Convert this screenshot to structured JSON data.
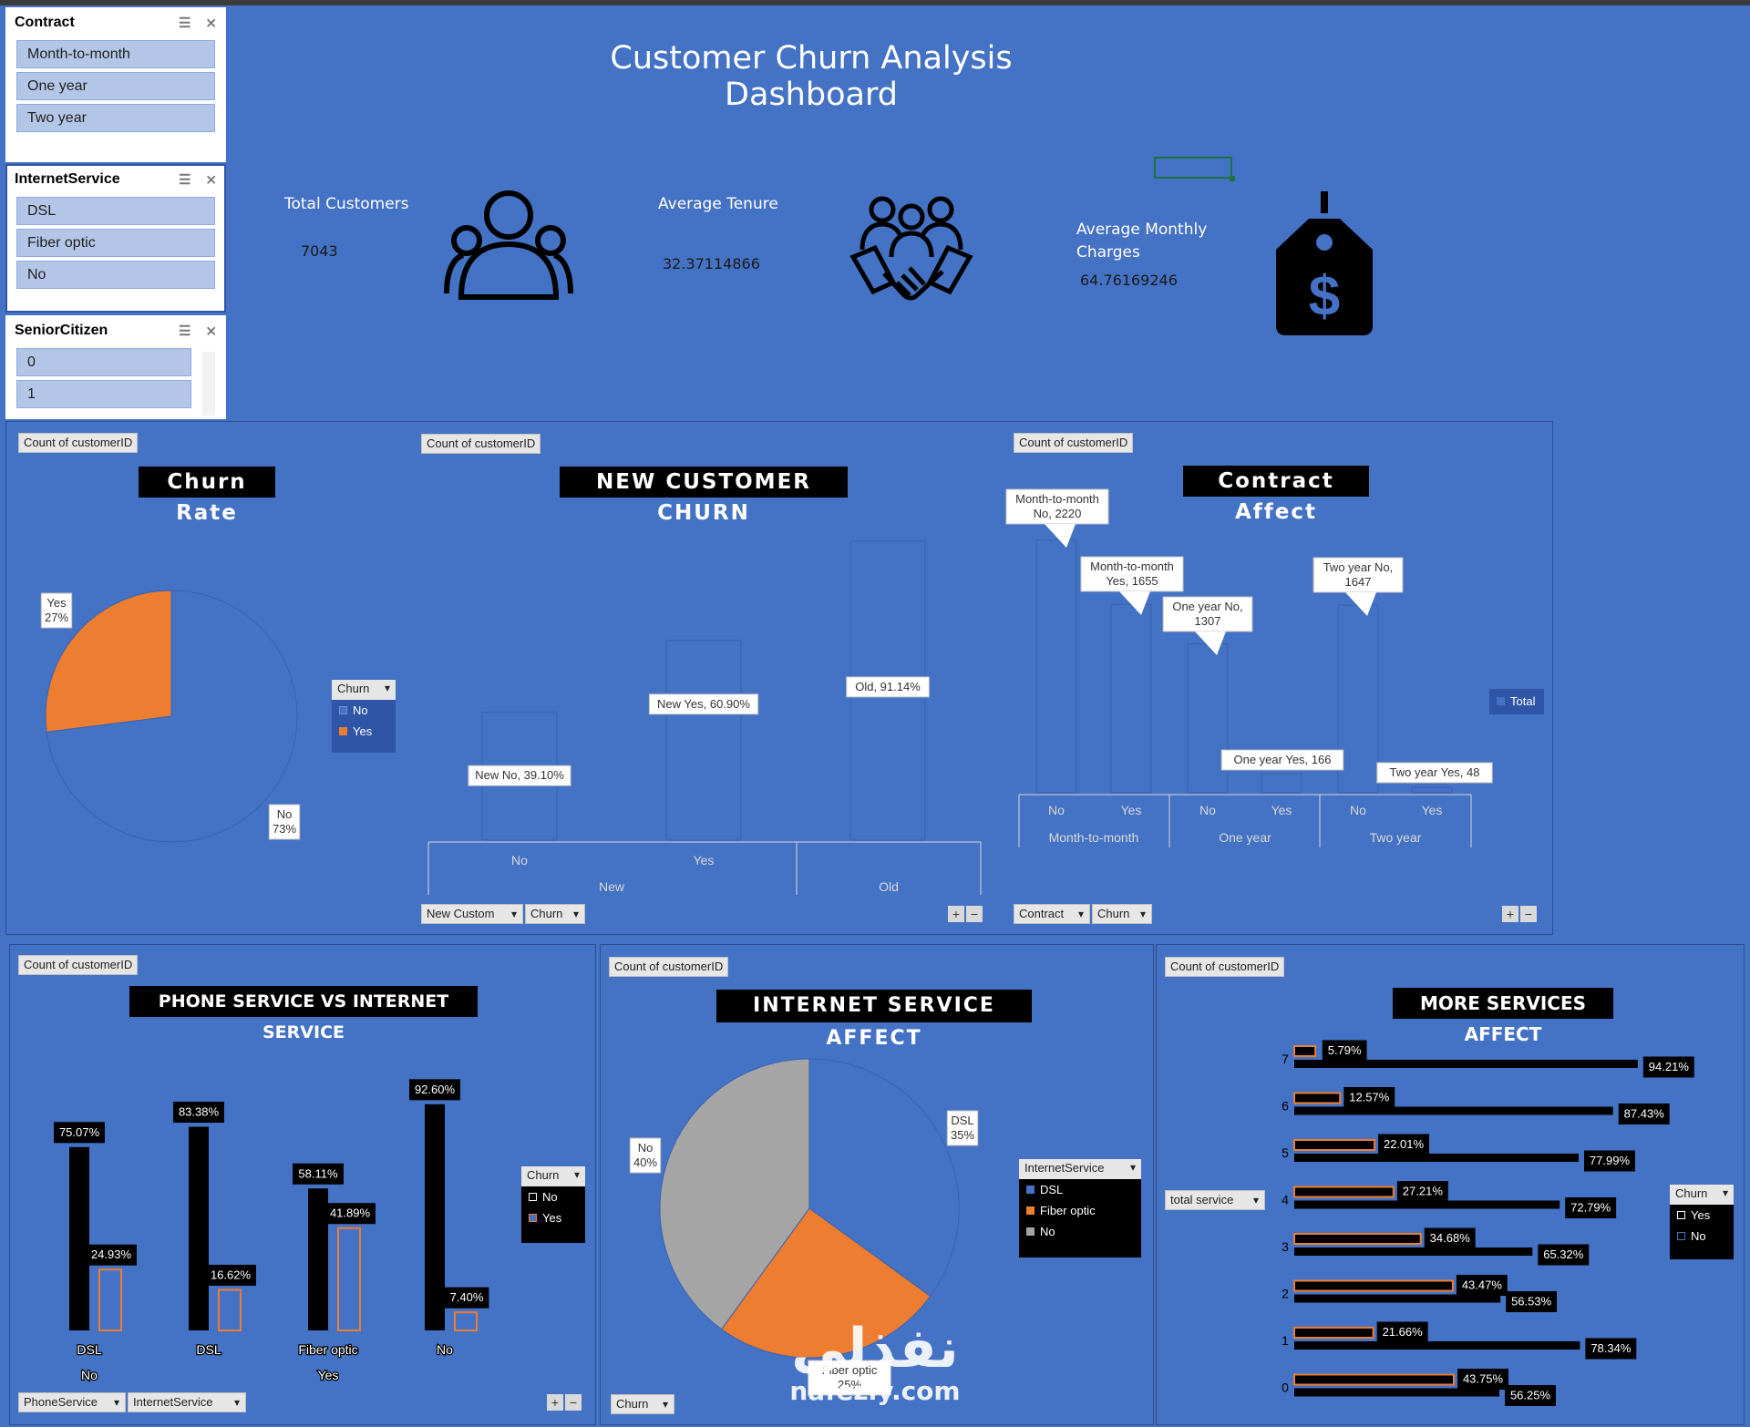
{
  "slicers": [
    {
      "title": "Contract",
      "items": [
        "Month-to-month",
        "One year",
        "Two year"
      ]
    },
    {
      "title": "InternetService",
      "items": [
        "DSL",
        "Fiber optic",
        "No"
      ]
    },
    {
      "title": "SeniorCitizen",
      "items": [
        "0",
        "1"
      ]
    }
  ],
  "dashboard": {
    "title": "Customer Churn Analysis Dashboard",
    "kpis": [
      {
        "label": "Total Customers",
        "value": "7043",
        "icon": "group-icon"
      },
      {
        "label": "Average Tenure",
        "value": "32.37114866",
        "icon": "handshake-icon"
      },
      {
        "label_line1": "Average Monthly",
        "label_line2": "Charges",
        "value": "64.76169246",
        "icon": "price-tag-dollar-icon"
      }
    ]
  },
  "field_buttons": {
    "count": "Count of customerID",
    "churn": "Churn",
    "new_custom": "New Custom",
    "contract": "Contract",
    "phone_service": "PhoneService",
    "internet_service": "InternetService",
    "total_service": "total service",
    "plus": "+",
    "minus": "−"
  },
  "legends": {
    "churn_rate": {
      "title": "Churn",
      "items": [
        "No",
        "Yes"
      ]
    },
    "contract_total": "Total",
    "phone": {
      "title": "Churn",
      "items": [
        "No",
        "Yes"
      ]
    },
    "internet": {
      "title": "InternetService",
      "items": [
        "DSL",
        "Fiber optic",
        "No"
      ]
    },
    "services": {
      "title": "Churn",
      "items": [
        "Yes",
        "No"
      ]
    }
  },
  "colors": {
    "background": "#4472c4",
    "bar_blue": "#4472c4",
    "orange": "#ed7d31",
    "gray": "#a5a5a5",
    "black": "#000000"
  },
  "watermark": {
    "arabic": "نفذلي",
    "site": "nafezly.com"
  },
  "chart_data": [
    {
      "id": "churn_rate",
      "type": "pie",
      "title": "Churn Rate",
      "labels": [
        "No",
        "Yes"
      ],
      "values": [
        73,
        27
      ],
      "data_labels": [
        {
          "name": "No",
          "pct": "73%"
        },
        {
          "name": "Yes",
          "pct": "27%"
        }
      ],
      "colors": [
        "#4472c4",
        "#ed7d31"
      ]
    },
    {
      "id": "new_customer_churn",
      "type": "bar",
      "title": "NEW CUSTOMER CHURN",
      "groups": [
        {
          "name": "New",
          "categories": [
            "No",
            "Yes"
          ]
        },
        {
          "name": "Old",
          "categories": [
            ""
          ]
        }
      ],
      "values": [
        39.1,
        60.9,
        91.14
      ],
      "data_labels": [
        "New No, 39.10%",
        "New Yes, 60.90%",
        "Old, 91.14%"
      ],
      "ylim": [
        0,
        100
      ]
    },
    {
      "id": "contract_affect",
      "type": "bar",
      "title": "Contract Affect",
      "groups": [
        {
          "name": "Month-to-month",
          "categories": [
            "No",
            "Yes"
          ]
        },
        {
          "name": "One year",
          "categories": [
            "No",
            "Yes"
          ]
        },
        {
          "name": "Two year",
          "categories": [
            "No",
            "Yes"
          ]
        }
      ],
      "values": [
        2220,
        1655,
        1307,
        166,
        1647,
        48
      ],
      "data_labels": [
        [
          "Month-to-month",
          "No, 2220"
        ],
        [
          "Month-to-month",
          "Yes, 1655"
        ],
        [
          "One year No,",
          "1307"
        ],
        [
          "One year Yes, 166"
        ],
        [
          "Two year No,",
          "1647"
        ],
        [
          "Two year Yes, 48"
        ]
      ],
      "ylim": [
        0,
        2400
      ]
    },
    {
      "id": "phone_vs_internet",
      "type": "bar",
      "title": "PHONE SERVICE VS INTERNET SERVICE",
      "categories": [
        {
          "internet": "DSL",
          "phone": "No"
        },
        {
          "internet": "DSL",
          "phone": "Yes"
        },
        {
          "internet": "Fiber optic",
          "phone": "Yes"
        },
        {
          "internet": "No",
          "phone": "Yes"
        }
      ],
      "phone_labels": [
        "No",
        "Yes"
      ],
      "series": [
        {
          "name": "No",
          "values": [
            75.07,
            83.38,
            58.11,
            92.6
          ],
          "labels": [
            "75.07%",
            "83.38%",
            "58.11%",
            "92.60%"
          ]
        },
        {
          "name": "Yes",
          "values": [
            24.93,
            16.62,
            41.89,
            7.4
          ],
          "labels": [
            "24.93%",
            "16.62%",
            "41.89%",
            "7.40%"
          ]
        }
      ],
      "ylim": [
        0,
        100
      ]
    },
    {
      "id": "internet_service_affect",
      "type": "pie",
      "title": "INTERNET SERVICE AFFECT",
      "labels": [
        "DSL",
        "Fiber optic",
        "No"
      ],
      "values": [
        35,
        25,
        40
      ],
      "data_labels": [
        {
          "name": "DSL",
          "pct": "35%"
        },
        {
          "name": "Fiber optic",
          "pct": "25%"
        },
        {
          "name": "No",
          "pct": "40%"
        }
      ],
      "colors": [
        "#4472c4",
        "#ed7d31",
        "#a5a5a5"
      ]
    },
    {
      "id": "more_services_affect",
      "type": "bar",
      "title": "MORE SERVICES AFFECT",
      "categories": [
        "7",
        "6",
        "5",
        "4",
        "3",
        "2",
        "1",
        "0"
      ],
      "series": [
        {
          "name": "Yes",
          "values": [
            5.79,
            12.57,
            22.01,
            27.21,
            34.68,
            43.47,
            21.66,
            43.75
          ],
          "labels": [
            "5.79%",
            "12.57%",
            "22.01%",
            "27.21%",
            "34.68%",
            "43.47%",
            "21.66%",
            "43.75%"
          ]
        },
        {
          "name": "No",
          "values": [
            94.21,
            87.43,
            77.99,
            72.79,
            65.32,
            56.53,
            78.34,
            56.25
          ],
          "labels": [
            "94.21%",
            "87.43%",
            "77.99%",
            "72.79%",
            "65.32%",
            "56.53%",
            "78.34%",
            "56.25%"
          ]
        }
      ],
      "xlim": [
        0,
        100
      ]
    }
  ]
}
